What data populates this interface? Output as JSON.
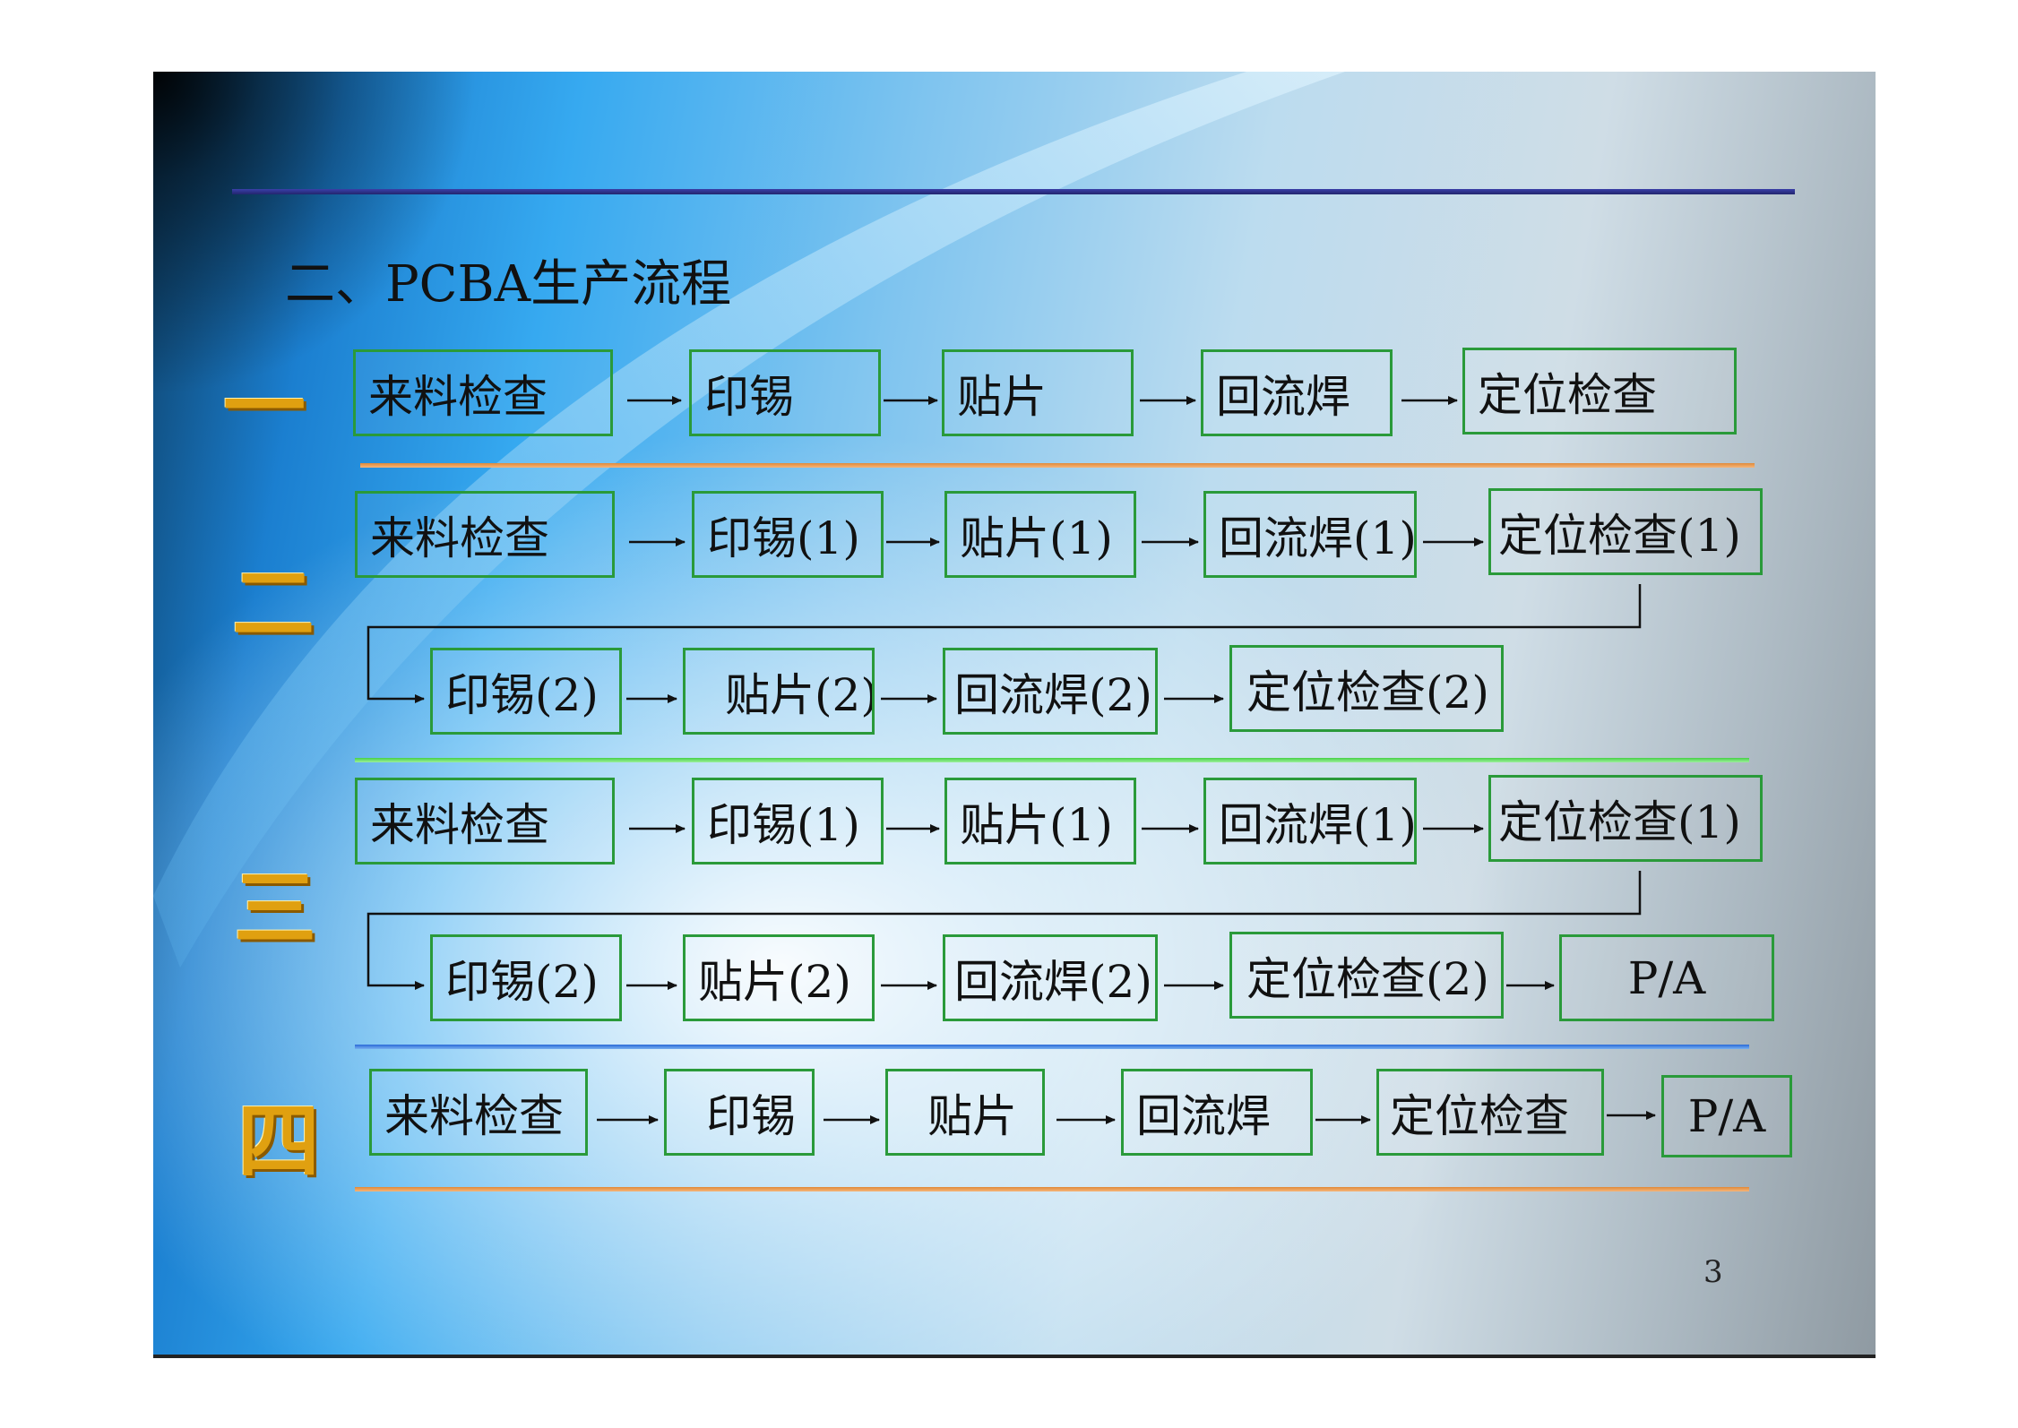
{
  "title": "二、PCBA生产流程",
  "page_number": "3",
  "sections": [
    {
      "marker": "一",
      "rows": [
        [
          "来料检查",
          "印锡",
          "贴片",
          "回流焊",
          "定位检查"
        ]
      ]
    },
    {
      "marker": "二",
      "rows": [
        [
          "来料检查",
          "印锡(1)",
          "贴片(1)",
          "回流焊(1)",
          "定位检查(1)"
        ],
        [
          "印锡(2)",
          "贴片(2)",
          "回流焊(2)",
          "定位检查(2)"
        ]
      ]
    },
    {
      "marker": "三",
      "rows": [
        [
          "来料检查",
          "印锡(1)",
          "贴片(1)",
          "回流焊(1)",
          "定位检查(1)"
        ],
        [
          "印锡(2)",
          "贴片(2)",
          "回流焊(2)",
          "定位检查(2)",
          "P/A"
        ]
      ]
    },
    {
      "marker": "四",
      "rows": [
        [
          "来料检查",
          "印锡",
          "贴片",
          "回流焊",
          "定位检查",
          "P/A"
        ]
      ]
    }
  ],
  "colors": {
    "box_border": "#2a9a3a",
    "separator_orange": "#e08a3a",
    "separator_green": "#48d048",
    "separator_blue": "#2a6ad8",
    "marker_gold": "#e0a010",
    "title_rule": "#2a2e88"
  }
}
